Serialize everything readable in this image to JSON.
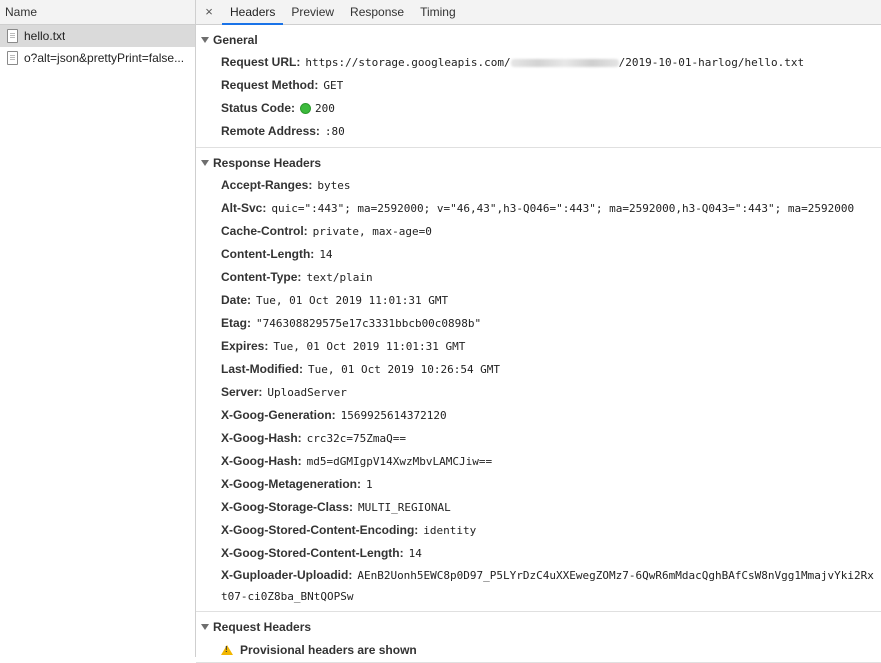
{
  "left_pane": {
    "header": "Name",
    "requests": [
      {
        "name": "hello.txt",
        "selected": true
      },
      {
        "name": "o?alt=json&prettyPrint=false...",
        "selected": false
      }
    ]
  },
  "tabs": {
    "close": "×",
    "items": [
      "Headers",
      "Preview",
      "Response",
      "Timing"
    ],
    "active": "Headers"
  },
  "general": {
    "title": "General",
    "request_url_key": "Request URL:",
    "request_url_prefix": "https://storage.googleapis.com/",
    "request_url_suffix": "/2019-10-01-harlog/hello.txt",
    "request_method_key": "Request Method:",
    "request_method": "GET",
    "status_code_key": "Status Code:",
    "status_code": "200",
    "remote_address_key": "Remote Address:",
    "remote_address": ":80"
  },
  "response_headers": {
    "title": "Response Headers",
    "items": [
      {
        "key": "Accept-Ranges:",
        "value": "bytes"
      },
      {
        "key": "Alt-Svc:",
        "value": "quic=\":443\"; ma=2592000; v=\"46,43\",h3-Q046=\":443\"; ma=2592000,h3-Q043=\":443\"; ma=2592000"
      },
      {
        "key": "Cache-Control:",
        "value": "private, max-age=0"
      },
      {
        "key": "Content-Length:",
        "value": "14"
      },
      {
        "key": "Content-Type:",
        "value": "text/plain"
      },
      {
        "key": "Date:",
        "value": "Tue, 01 Oct 2019 11:01:31 GMT"
      },
      {
        "key": "Etag:",
        "value": "\"746308829575e17c3331bbcb00c0898b\""
      },
      {
        "key": "Expires:",
        "value": "Tue, 01 Oct 2019 11:01:31 GMT"
      },
      {
        "key": "Last-Modified:",
        "value": "Tue, 01 Oct 2019 10:26:54 GMT"
      },
      {
        "key": "Server:",
        "value": "UploadServer"
      },
      {
        "key": "X-Goog-Generation:",
        "value": "1569925614372120"
      },
      {
        "key": "X-Goog-Hash:",
        "value": "crc32c=75ZmaQ=="
      },
      {
        "key": "X-Goog-Hash:",
        "value": "md5=dGMIgpV14XwzMbvLAMCJiw=="
      },
      {
        "key": "X-Goog-Metageneration:",
        "value": "1"
      },
      {
        "key": "X-Goog-Storage-Class:",
        "value": "MULTI_REGIONAL"
      },
      {
        "key": "X-Goog-Stored-Content-Encoding:",
        "value": "identity"
      },
      {
        "key": "X-Goog-Stored-Content-Length:",
        "value": "14"
      },
      {
        "key": "X-Guploader-Uploadid:",
        "value": "AEnB2Uonh5EWC8p0D97_P5LYrDzC4uXXEwegZOMz7-6QwR6mMdacQghBAfCsW8nVgg1MmajvYki2Rxt07-ci0Z8ba_BNtQOPSw"
      }
    ]
  },
  "request_headers": {
    "title": "Request Headers",
    "warning": "Provisional headers are shown"
  },
  "colors": {
    "accent": "#1a73e8",
    "status_ok": "#3cba3c",
    "warning": "#f2b600"
  }
}
